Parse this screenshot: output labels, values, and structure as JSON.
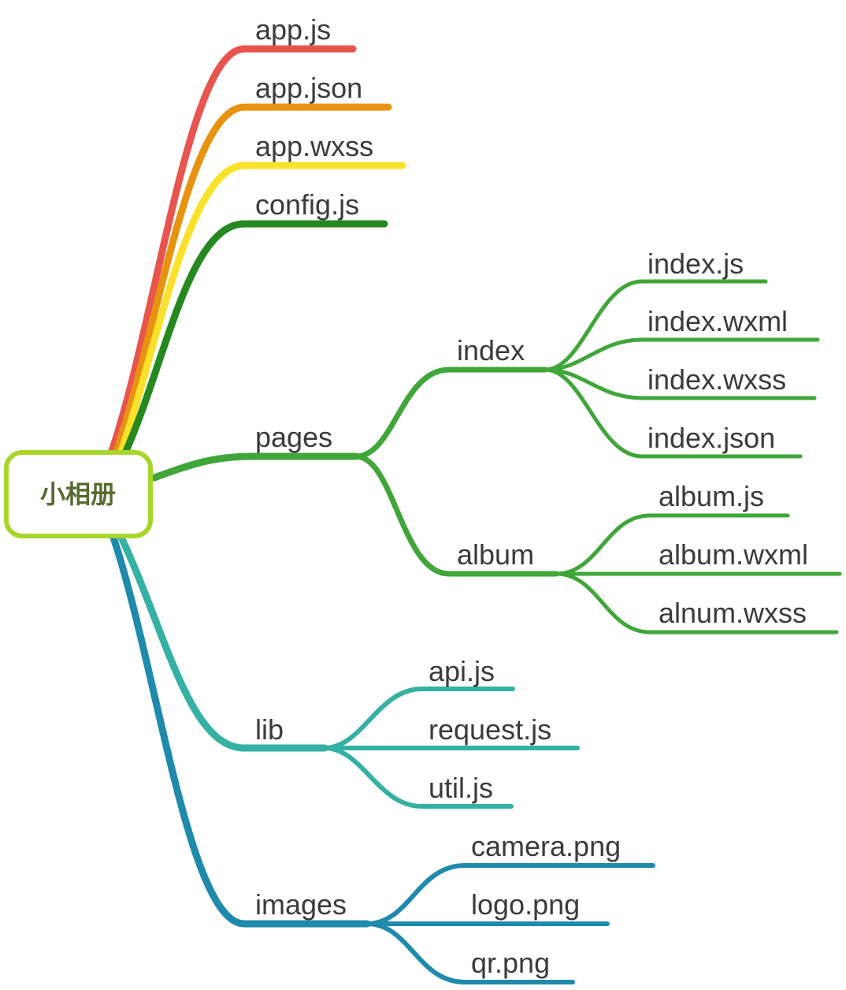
{
  "root": {
    "label": "小相册",
    "border_color": "#a8d52a",
    "text_color": "#556b2f"
  },
  "branches": [
    {
      "label": "app.js",
      "color": "#e8554e",
      "children": []
    },
    {
      "label": "app.json",
      "color": "#e8930f",
      "children": []
    },
    {
      "label": "app.wxss",
      "color": "#fae12a",
      "children": []
    },
    {
      "label": "config.js",
      "color": "#26891f",
      "children": []
    },
    {
      "label": "pages",
      "color": "#40a63a",
      "children": [
        {
          "label": "index",
          "children": [
            {
              "label": "index.js"
            },
            {
              "label": "index.wxml"
            },
            {
              "label": "index.wxss"
            },
            {
              "label": "index.json"
            }
          ]
        },
        {
          "label": "album",
          "children": [
            {
              "label": "album.js"
            },
            {
              "label": "album.wxml"
            },
            {
              "label": "alnum.wxss"
            }
          ]
        }
      ]
    },
    {
      "label": "lib",
      "color": "#34b1a3",
      "children": [
        {
          "label": "api.js",
          "children": []
        },
        {
          "label": "request.js",
          "children": []
        },
        {
          "label": "util.js",
          "children": []
        }
      ]
    },
    {
      "label": "images",
      "color": "#1f8aac",
      "children": [
        {
          "label": "camera.png",
          "children": []
        },
        {
          "label": "logo.png",
          "children": []
        },
        {
          "label": "qr.png",
          "children": []
        }
      ]
    }
  ]
}
